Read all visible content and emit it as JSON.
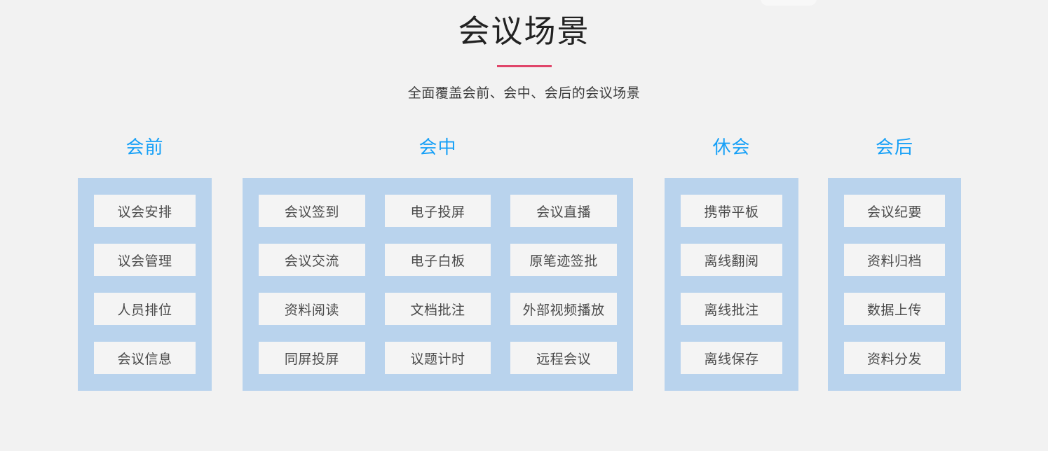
{
  "header": {
    "title": "会议场景",
    "subtitle": "全面覆盖会前、会中、会后的会议场景",
    "rule_color": "#e0466a",
    "title_color": "#222222"
  },
  "theme": {
    "page_background": "#f2f2f2",
    "panel_background": "#b9d3ed",
    "cell_background": "#f4f4f4",
    "heading_color": "#16a0f7",
    "cell_text_color": "#4a4a4a"
  },
  "columns": [
    {
      "heading": "会前",
      "subcolumns": [
        [
          "议会安排",
          "议会管理",
          "人员排位",
          "会议信息"
        ]
      ]
    },
    {
      "heading": "会中",
      "subcolumns": [
        [
          "会议签到",
          "会议交流",
          "资料阅读",
          "同屏投屏"
        ],
        [
          "电子投屏",
          "电子白板",
          "文档批注",
          "议题计时"
        ],
        [
          "会议直播",
          "原笔迹签批",
          "外部视频播放",
          "远程会议"
        ]
      ]
    },
    {
      "heading": "休会",
      "subcolumns": [
        [
          "携带平板",
          "离线翻阅",
          "离线批注",
          "离线保存"
        ]
      ]
    },
    {
      "heading": "会后",
      "subcolumns": [
        [
          "会议纪要",
          "资料归档",
          "数据上传",
          "资料分发"
        ]
      ]
    }
  ]
}
